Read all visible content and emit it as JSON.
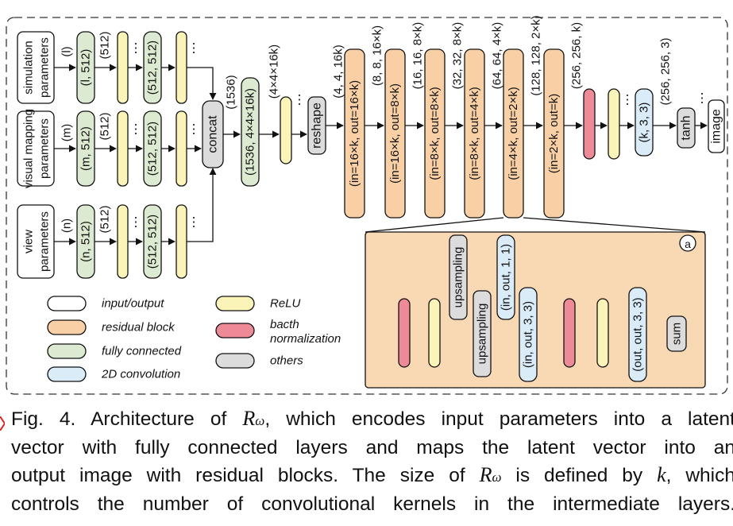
{
  "colors": {
    "io_fill": "#ffffff",
    "residual_fill": "#f9d0a6",
    "fc_fill": "#dbead0",
    "conv_fill": "#d9ecf8",
    "relu_fill": "#fbf4b8",
    "bn_fill": "#ee8a98",
    "other_fill": "#dcdcdc",
    "detail_bg": "#f9d8b4",
    "stroke": "#111111"
  },
  "inputs": [
    {
      "line1": "simulation",
      "line2": "parameters",
      "size_a": "(l)",
      "fc": "(l, 512)",
      "fc_out": "(512)",
      "fc2": "(512, 512)"
    },
    {
      "line1": "visual mapping",
      "line2": "parameters",
      "size_a": "(m)",
      "fc": "(m, 512)",
      "fc_out": "(512)",
      "fc2": "(512, 512)"
    },
    {
      "line1": "view",
      "line2": "parameters",
      "size_a": "(n)",
      "fc": "(n, 512)",
      "fc_out": "(512)",
      "fc2": "(512, 512)"
    }
  ],
  "ellipsis": "⋮",
  "concat": {
    "label": "concat",
    "out": "(1536)"
  },
  "fc_main": {
    "label": "(1536, 4×4×16k)",
    "out": "(4×4×16k)"
  },
  "reshape": {
    "label": "reshape",
    "out": "(4, 4, 16k)"
  },
  "res_blocks": [
    {
      "label": "(in=16×k, out=16×k)",
      "out": "(8, 8, 16×k)"
    },
    {
      "label": "(in=16×k, out=8×k)",
      "out": "(16, 16, 8×k)"
    },
    {
      "label": "(in=8×k, out=8×k)",
      "out": "(32, 32, 8×k)"
    },
    {
      "label": "(in=8×k, out=4×k)",
      "out": "(64, 64, 4×k)"
    },
    {
      "label": "(in=4×k, out=2×k)",
      "out": "(128, 128, 2×k)"
    },
    {
      "label": "(in=2×k, out=k)",
      "out": "(256, 256, k)"
    }
  ],
  "conv_final": {
    "label": "(k, 3, 3)",
    "out": "(256, 256, 3)"
  },
  "tanh": {
    "label": "tanh"
  },
  "image": {
    "label": "image"
  },
  "detail": {
    "badge": "a",
    "upsampling_top": "upsampling",
    "conv_skip": "(in, out, 1, 1)",
    "upsampling_main": "upsampling",
    "conv_a": "(in, out, 3, 3)",
    "conv_b": "(out, out, 3, 3)",
    "sum": "sum"
  },
  "legend": [
    {
      "key": "io",
      "label": "input/output"
    },
    {
      "key": "residual",
      "label": "residual block"
    },
    {
      "key": "fc",
      "label": "fully connected"
    },
    {
      "key": "conv",
      "label": "2D convolution"
    },
    {
      "key": "relu",
      "label": "ReLU"
    },
    {
      "key": "bn",
      "label": "bacth normalization"
    },
    {
      "key": "other",
      "label": "others"
    }
  ],
  "caption": {
    "fig_label": "Fig. 4.",
    "t1": "Architecture of",
    "sym": "R",
    "sub": "ω",
    "t2": ", which encodes input parameters into a latent",
    "t3": "vector with fully connected layers and maps the latent vector into an",
    "t4": "output image with residual blocks. The size of",
    "t5": "is defined by",
    "k": "k",
    "t6": ", which",
    "t7": "controls the number of convolutional kernels in the intermediate layers."
  }
}
